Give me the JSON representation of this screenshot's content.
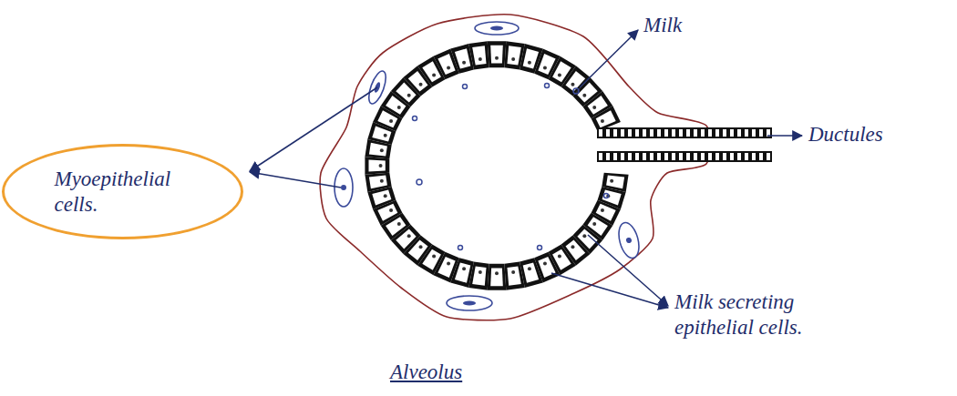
{
  "diagram": {
    "caption": "Alveolus",
    "nodes": [
      {
        "text": [
          "Myoepithelial cells."
        ]
      }
    ],
    "labels": [
      "Milk",
      "Ductules",
      "Milk secreting epithelial cells."
    ]
  }
}
